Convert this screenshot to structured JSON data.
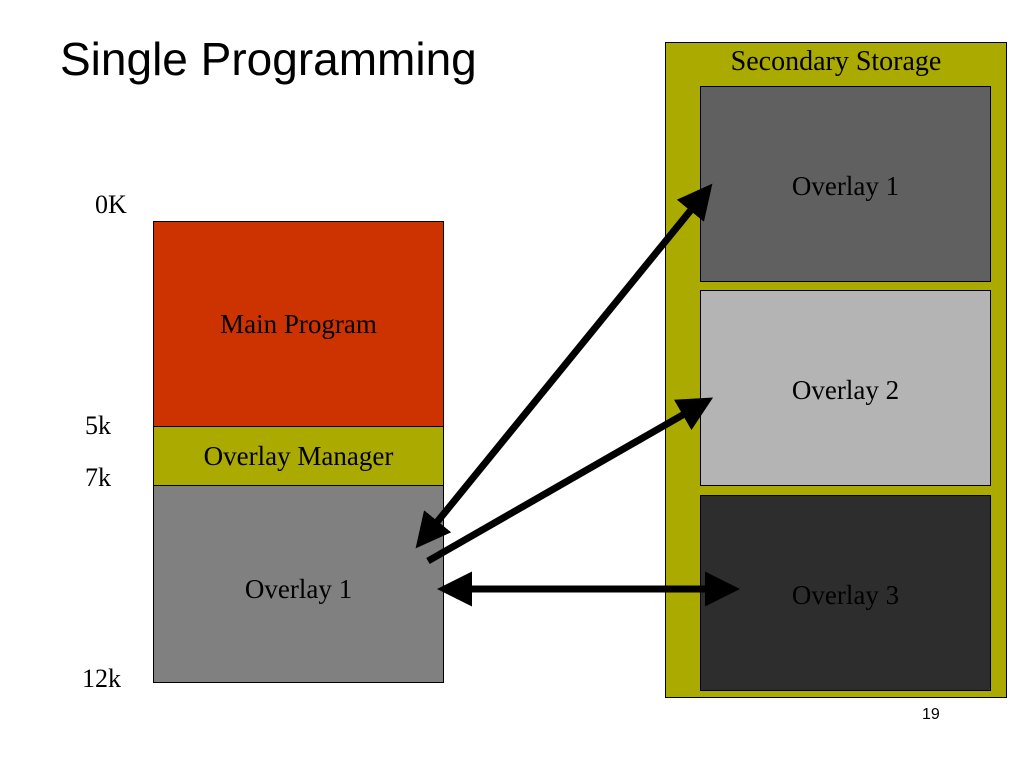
{
  "slide": {
    "title": "Single Programming",
    "page_number": "19"
  },
  "memory": {
    "addresses": {
      "start": "0K",
      "manager_start": "5k",
      "overlay_start": "7k",
      "end": "12k"
    },
    "blocks": {
      "main_program": "Main Program",
      "overlay_manager": "Overlay Manager",
      "overlay": "Overlay 1"
    }
  },
  "storage": {
    "title": "Secondary Storage",
    "overlays": [
      "Overlay 1",
      "Overlay 2",
      "Overlay 3"
    ]
  },
  "colors": {
    "main_program": "#cc3300",
    "overlay_manager": "#aaaa00",
    "memory_overlay": "#808080",
    "storage_bg": "#aaaa00",
    "storage_overlay_1": "#606060",
    "storage_overlay_2": "#b4b4b4",
    "storage_overlay_3": "#2d2d2d"
  }
}
